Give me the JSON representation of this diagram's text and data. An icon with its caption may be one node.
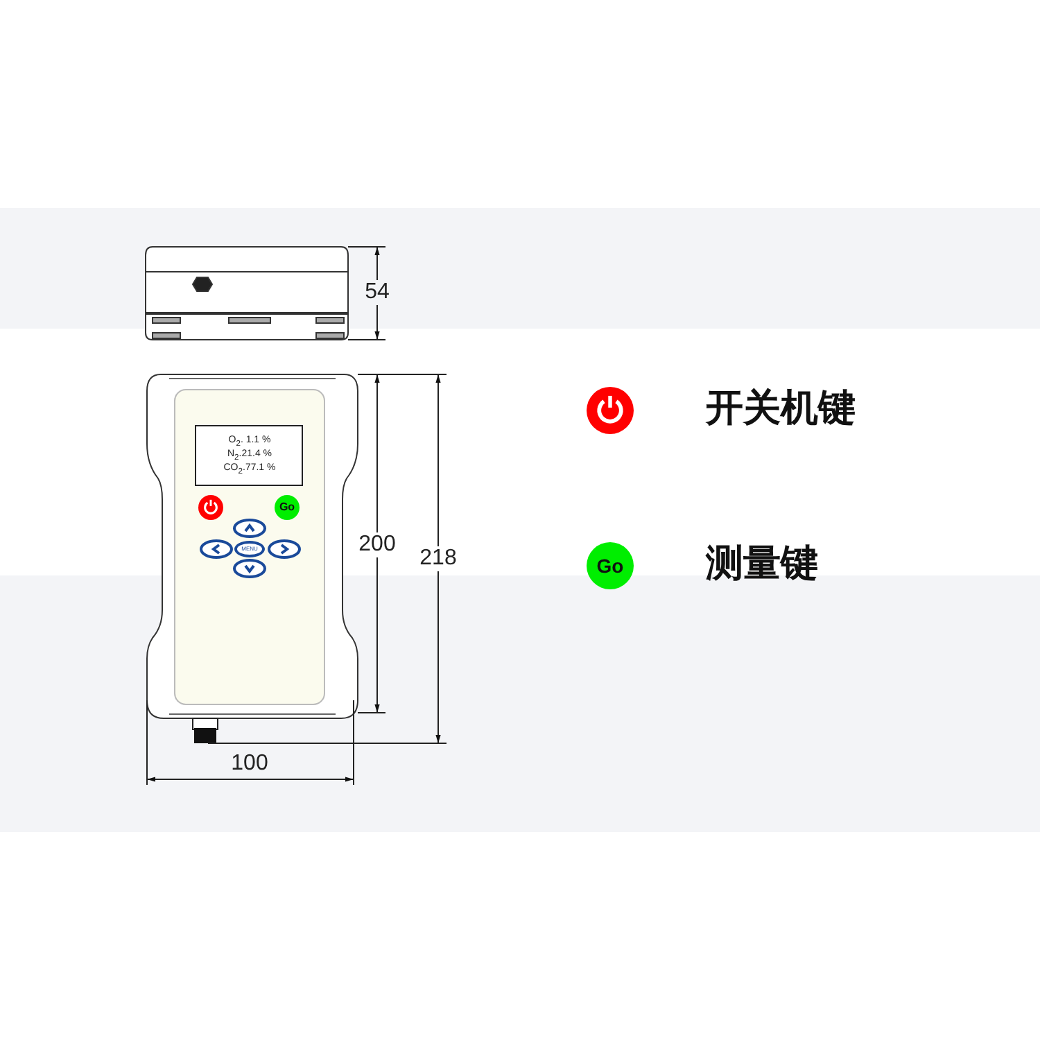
{
  "diagram": {
    "labels": [
      "54",
      "O$_{2}$. 1.1 %",
      "N$_{2}$.21.4 %",
      "CO$_{2}$.77.1 %",
      "Go",
      "MENU",
      "200",
      "218",
      "100",
      "Go"
    ],
    "legend": [
      {
        "text": "开关机键"
      },
      {
        "text": "测量键"
      }
    ]
  }
}
